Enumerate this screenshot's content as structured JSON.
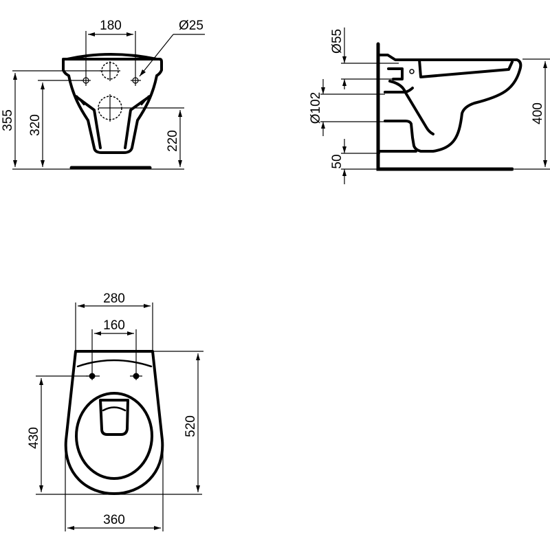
{
  "drawing": {
    "title": "Wall-hung WC technical drawing",
    "line_color": "#000000",
    "background": "#ffffff"
  },
  "front_view": {
    "dims": {
      "fixing_spacing": "180",
      "fixing_hole_diameter": "Ø25",
      "overall_height": "355",
      "fixing_height": "320",
      "outlet_height": "220"
    }
  },
  "side_view": {
    "dims": {
      "inlet_diameter": "Ø55",
      "outlet_diameter": "Ø102",
      "floor_gap": "50",
      "rim_height": "400"
    }
  },
  "top_view": {
    "dims": {
      "rear_width": "280",
      "fixing_spacing": "160",
      "fixing_to_front": "430",
      "overall_length": "520",
      "overall_width": "360"
    }
  }
}
